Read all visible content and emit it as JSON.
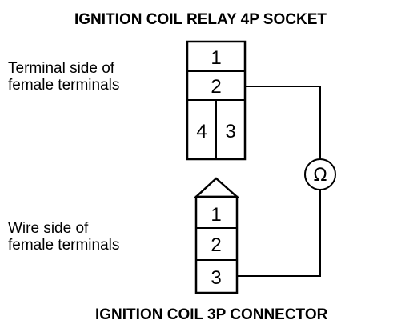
{
  "socket": {
    "title": "IGNITION COIL RELAY 4P SOCKET",
    "side_label_line1": "Terminal side of",
    "side_label_line2": "female terminals",
    "pins": [
      "1",
      "2",
      "4",
      "3"
    ]
  },
  "connector": {
    "title": "IGNITION COIL 3P CONNECTOR",
    "side_label_line1": "Wire side of",
    "side_label_line2": "female terminals",
    "pins": [
      "1",
      "2",
      "3"
    ]
  },
  "meter": {
    "symbol": "Ω"
  }
}
